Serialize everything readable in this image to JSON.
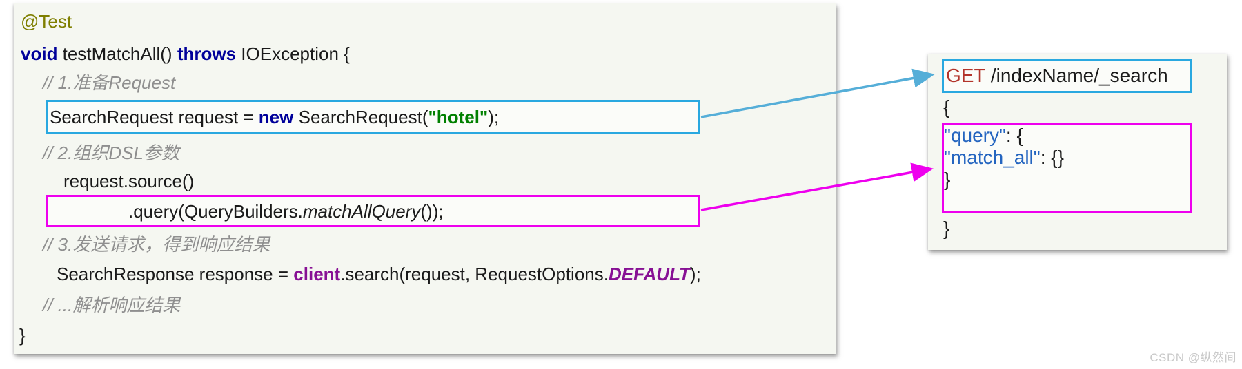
{
  "watermark": "CSDN @纵然间",
  "colors": {
    "panel_bg": "#f5f7f1",
    "box_blue": "#29a8e0",
    "box_magenta": "#ee00ee",
    "arrow_blue": "#55aed8",
    "arrow_magenta": "#ee00ee",
    "keyword": "#00009a",
    "annotation": "#7f7f00",
    "string": "#008000",
    "field": "#871094",
    "comment": "#8f8f8f",
    "http_method": "#b3342b",
    "json_key": "#2465c0"
  },
  "code_panel": {
    "annotation": "@Test",
    "signature": {
      "kw1": "void ",
      "name": "testMatchAll() ",
      "kw2": "throws ",
      "rest": "IOException {"
    },
    "comment1": "// 1.准备Request",
    "request_line": {
      "a": "SearchRequest request = ",
      "kw": "new",
      "b": " SearchRequest(",
      "str": "\"hotel\"",
      "c": ");"
    },
    "comment2": "// 2.组织DSL参数",
    "source_line": "request.source()",
    "query_line": {
      "a": ".query(QueryBuilders.",
      "m": "matchAllQuery",
      "b": "());"
    },
    "comment3": "// 3.发送请求，得到响应结果",
    "response_line": {
      "a": "SearchResponse response = ",
      "field": "client",
      "b": ".search(request, RequestOptions.",
      "konst": "DEFAULT",
      "c": ");"
    },
    "comment4": "// ...解析响应结果",
    "close_brace": "}"
  },
  "dsl_panel": {
    "request_line": {
      "method": "GET",
      "path": " /indexName/_search"
    },
    "open_brace": "{",
    "query_line": {
      "key": "\"query\"",
      "rest": ": {"
    },
    "match_all_line": {
      "key": "\"match_all\"",
      "rest": ": {}"
    },
    "inner_close_brace": "}",
    "close_brace": "}"
  }
}
